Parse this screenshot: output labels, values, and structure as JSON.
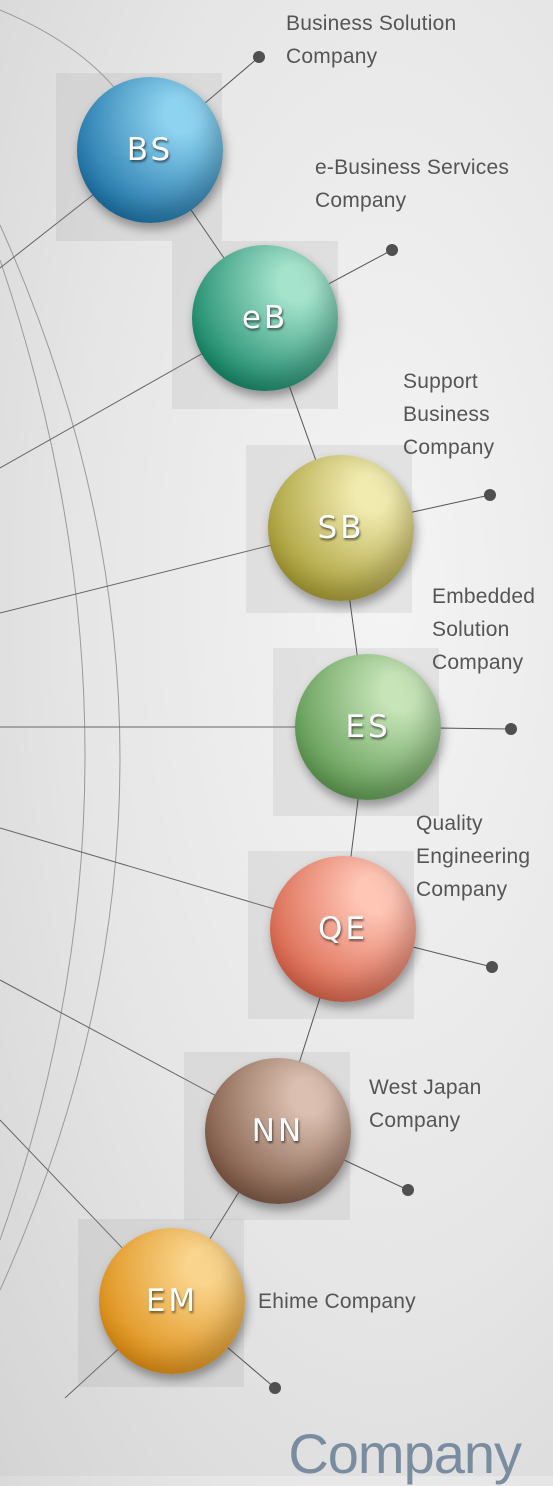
{
  "companies": [
    {
      "code": "BS",
      "name_lines": [
        "Business Solution",
        "Company"
      ],
      "color_light": "#8ed3f0",
      "color_dark": "#1f74a8"
    },
    {
      "code": "eB",
      "name_lines": [
        "e-Business Services",
        "Company"
      ],
      "color_light": "#a6e3cd",
      "color_dark": "#1a8a6a"
    },
    {
      "code": "SB",
      "name_lines": [
        "Support",
        "Business",
        "Company"
      ],
      "color_light": "#f1ebb0",
      "color_dark": "#a79c35"
    },
    {
      "code": "ES",
      "name_lines": [
        "Embedded",
        "Solution",
        "Company"
      ],
      "color_light": "#c6e4b8",
      "color_dark": "#5f9a52"
    },
    {
      "code": "QE",
      "name_lines": [
        "Quality",
        "Engineering",
        "Company"
      ],
      "color_light": "#ffc6b6",
      "color_dark": "#d9654c"
    },
    {
      "code": "NN",
      "name_lines": [
        "West Japan",
        "Company"
      ],
      "color_light": "#dbbfb0",
      "color_dark": "#7f5a46"
    },
    {
      "code": "EM",
      "name_lines": [
        "Ehime Company"
      ],
      "color_light": "#f9d48c",
      "color_dark": "#de8f16"
    }
  ],
  "footer": {
    "title": "Company"
  }
}
